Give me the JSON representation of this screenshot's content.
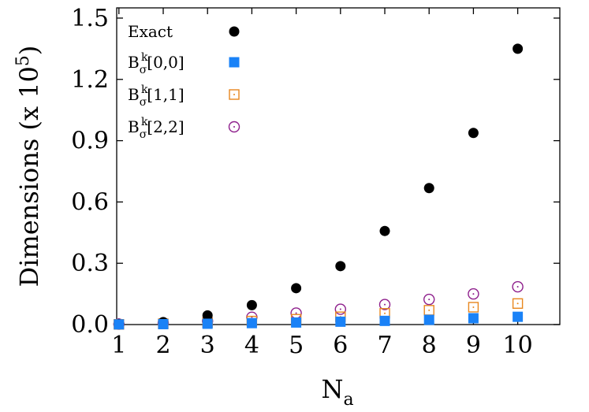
{
  "chart_data": {
    "type": "scatter",
    "x": [
      1,
      2,
      3,
      4,
      5,
      6,
      7,
      8,
      9,
      10
    ],
    "xlabel": {
      "base": "N",
      "sub": "a"
    },
    "ylabel": {
      "text": "Dimensions (x 10",
      "sup": "5",
      "close": ")"
    },
    "xlim": [
      0.95,
      10.95
    ],
    "ylim": [
      0,
      1.55
    ],
    "yticks": [
      0.0,
      0.3,
      0.6,
      0.9,
      1.2,
      1.5
    ],
    "ytick_labels": [
      "0.0",
      "0.3",
      "0.6",
      "0.9",
      "1.2",
      "1.5"
    ],
    "xtick_labels": [
      "1",
      "2",
      "3",
      "4",
      "5",
      "6",
      "7",
      "8",
      "9",
      "10"
    ],
    "grid": false,
    "legend_position": "top-left",
    "series": [
      {
        "name": "Exact",
        "marker": "filled-circle",
        "color": "#000000",
        "values": [
          0.002,
          0.012,
          0.045,
          0.095,
          0.178,
          0.286,
          0.458,
          0.668,
          0.938,
          1.35
        ]
      },
      {
        "name": "B[0,0]",
        "legend": {
          "base": "B",
          "sup": "k",
          "sub": "σ",
          "bracket": "[0,0]"
        },
        "marker": "filled-square",
        "color": "#1a82f7",
        "values": [
          0.0008,
          0.002,
          0.004,
          0.007,
          0.01,
          0.014,
          0.018,
          0.023,
          0.031,
          0.038
        ]
      },
      {
        "name": "B[1,1]",
        "legend": {
          "base": "B",
          "sup": "k",
          "sub": "σ",
          "bracket": "[1,1]"
        },
        "marker": "open-square-dot",
        "color": "#e8871e",
        "values": [
          0.001,
          0.004,
          0.01,
          0.017,
          0.026,
          0.038,
          0.055,
          0.07,
          0.085,
          0.103
        ]
      },
      {
        "name": "B[2,2]",
        "legend": {
          "base": "B",
          "sup": "k",
          "sub": "σ",
          "bracket": "[2,2]"
        },
        "marker": "open-circle-dot",
        "color": "#8e1f8c",
        "values": [
          0.002,
          0.007,
          0.017,
          0.036,
          0.056,
          0.075,
          0.098,
          0.123,
          0.15,
          0.185
        ]
      }
    ]
  }
}
